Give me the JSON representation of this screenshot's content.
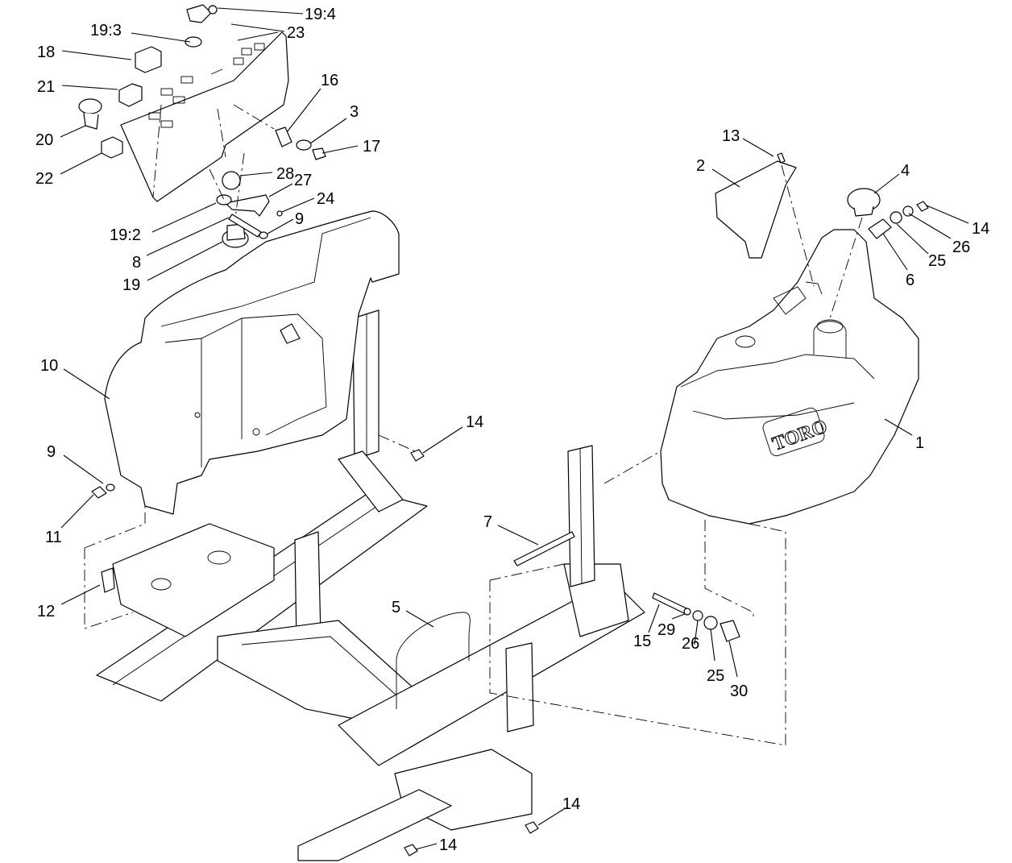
{
  "callouts": [
    {
      "id": "c-19-4",
      "text": "19:4"
    },
    {
      "id": "c-23",
      "text": "23"
    },
    {
      "id": "c-19-3",
      "text": "19:3"
    },
    {
      "id": "c-18",
      "text": "18"
    },
    {
      "id": "c-21",
      "text": "21"
    },
    {
      "id": "c-20",
      "text": "20"
    },
    {
      "id": "c-22",
      "text": "22"
    },
    {
      "id": "c-16",
      "text": "16"
    },
    {
      "id": "c-3",
      "text": "3"
    },
    {
      "id": "c-17",
      "text": "17"
    },
    {
      "id": "c-28",
      "text": "28"
    },
    {
      "id": "c-27",
      "text": "27"
    },
    {
      "id": "c-24",
      "text": "24"
    },
    {
      "id": "c-9a",
      "text": "9"
    },
    {
      "id": "c-19-2",
      "text": "19:2"
    },
    {
      "id": "c-8",
      "text": "8"
    },
    {
      "id": "c-19",
      "text": "19"
    },
    {
      "id": "c-10",
      "text": "10"
    },
    {
      "id": "c-9b",
      "text": "9"
    },
    {
      "id": "c-11",
      "text": "11"
    },
    {
      "id": "c-12",
      "text": "12"
    },
    {
      "id": "c-14a",
      "text": "14"
    },
    {
      "id": "c-13",
      "text": "13"
    },
    {
      "id": "c-2",
      "text": "2"
    },
    {
      "id": "c-4",
      "text": "4"
    },
    {
      "id": "c-14b",
      "text": "14"
    },
    {
      "id": "c-26a",
      "text": "26"
    },
    {
      "id": "c-25a",
      "text": "25"
    },
    {
      "id": "c-6",
      "text": "6"
    },
    {
      "id": "c-1",
      "text": "1"
    },
    {
      "id": "c-7",
      "text": "7"
    },
    {
      "id": "c-5",
      "text": "5"
    },
    {
      "id": "c-15",
      "text": "15"
    },
    {
      "id": "c-29",
      "text": "29"
    },
    {
      "id": "c-26b",
      "text": "26"
    },
    {
      "id": "c-25b",
      "text": "25"
    },
    {
      "id": "c-30",
      "text": "30"
    },
    {
      "id": "c-14c",
      "text": "14"
    },
    {
      "id": "c-14d",
      "text": "14"
    }
  ],
  "tank_logo": "TORO"
}
